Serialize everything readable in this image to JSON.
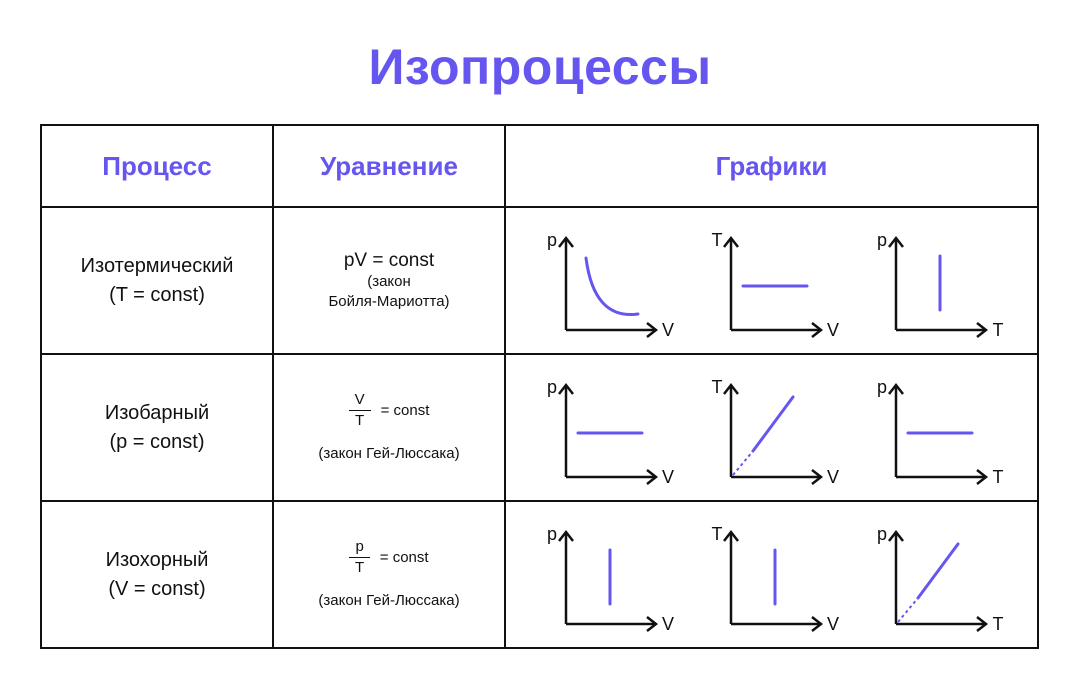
{
  "title": "Изопроцессы",
  "headers": {
    "process": "Процесс",
    "equation": "Уравнение",
    "graphs": "Графики"
  },
  "colors": {
    "accent": "#6656f0",
    "line": "#111111"
  },
  "rows": [
    {
      "name": "Изотермический",
      "condition": "(T = const)",
      "equation": "pV = const",
      "note_line1": "(закон",
      "note_line2": "Бойля-Мариотта)",
      "graphs": [
        {
          "y": "p",
          "x": "V",
          "shape": "hyperbola"
        },
        {
          "y": "T",
          "x": "V",
          "shape": "horizontal"
        },
        {
          "y": "p",
          "x": "T",
          "shape": "vertical"
        }
      ]
    },
    {
      "name": "Изобарный",
      "condition": "(p = const)",
      "frac_num": "V",
      "frac_den": "T",
      "frac_rhs": "= const",
      "note": "(закон Гей-Люссака)",
      "graphs": [
        {
          "y": "p",
          "x": "V",
          "shape": "horizontal"
        },
        {
          "y": "T",
          "x": "V",
          "shape": "proportional"
        },
        {
          "y": "p",
          "x": "T",
          "shape": "horizontal"
        }
      ]
    },
    {
      "name": "Изохорный",
      "condition": "(V = const)",
      "frac_num": "p",
      "frac_den": "T",
      "frac_rhs": "= const",
      "note": "(закон Гей-Люссака)",
      "graphs": [
        {
          "y": "p",
          "x": "V",
          "shape": "vertical"
        },
        {
          "y": "T",
          "x": "V",
          "shape": "vertical"
        },
        {
          "y": "p",
          "x": "T",
          "shape": "proportional"
        }
      ]
    }
  ]
}
